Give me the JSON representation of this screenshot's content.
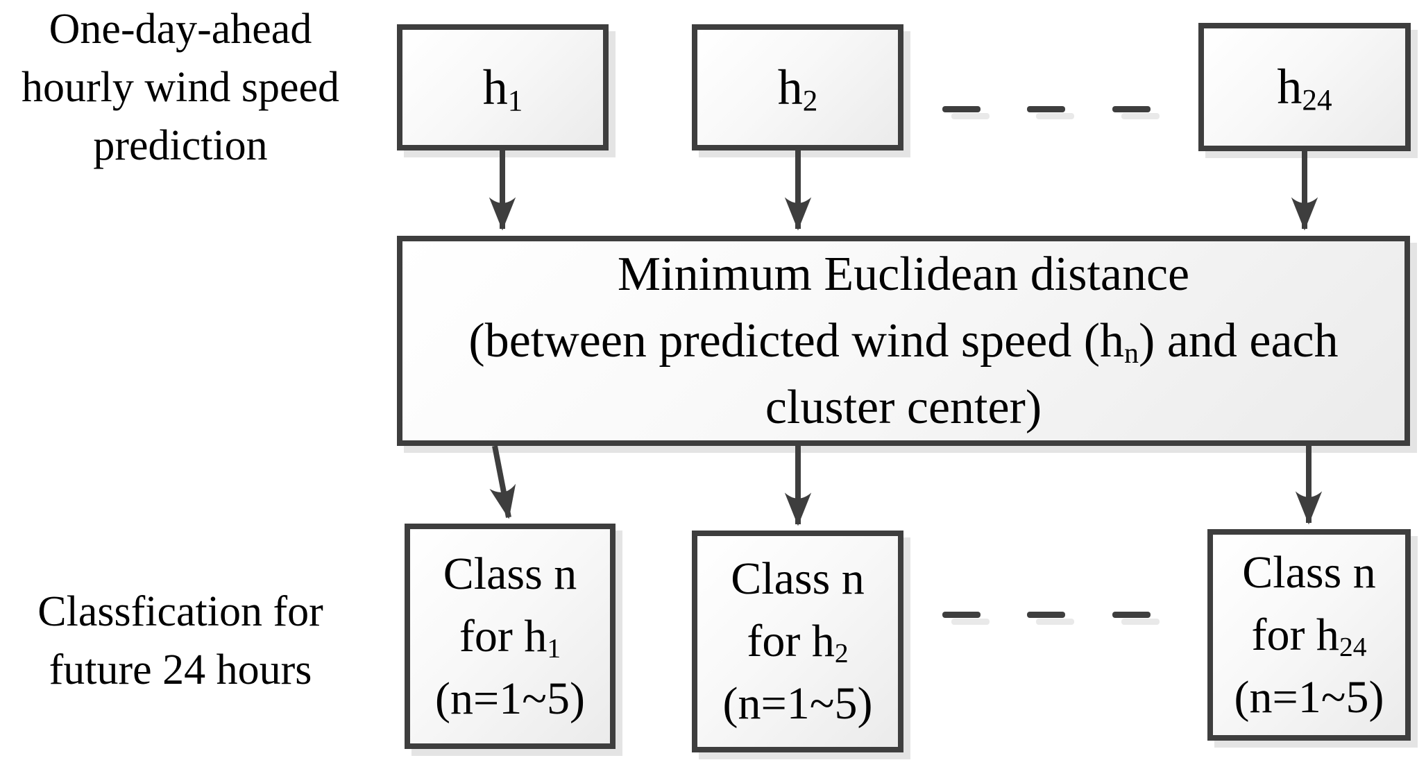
{
  "labels": {
    "top": {
      "line1": "One-day-ahead",
      "line2": "hourly wind speed",
      "line3": "prediction"
    },
    "bottom": {
      "line1": "Classfication for",
      "line2": "future 24 hours"
    }
  },
  "top_row": {
    "boxes": [
      {
        "base": "h",
        "sub": "1"
      },
      {
        "base": "h",
        "sub": "2"
      },
      {
        "base": "h",
        "sub": "24"
      }
    ]
  },
  "middle_box": {
    "line1": "Minimum Euclidean distance",
    "line2_prefix": "(between predicted wind speed (h",
    "line2_sub": "n",
    "line2_suffix": ") and each",
    "line3": "cluster center)"
  },
  "bottom_row": {
    "boxes": [
      {
        "line1": "Class n",
        "line2_prefix": "for h",
        "line2_sub": "1",
        "line3": "(n=1~5)"
      },
      {
        "line1": "Class n",
        "line2_prefix": "for h",
        "line2_sub": "2",
        "line3": "(n=1~5)"
      },
      {
        "line1": "Class n",
        "line2_prefix": "for h",
        "line2_sub": "24",
        "line3": "(n=1~5)"
      }
    ]
  },
  "colors": {
    "stroke": "#3e3e3e",
    "box_fill_top": "#ffffff",
    "box_fill_bottom": "#ebebeb",
    "shadow": "#e4e4e4",
    "text": "#000000"
  }
}
